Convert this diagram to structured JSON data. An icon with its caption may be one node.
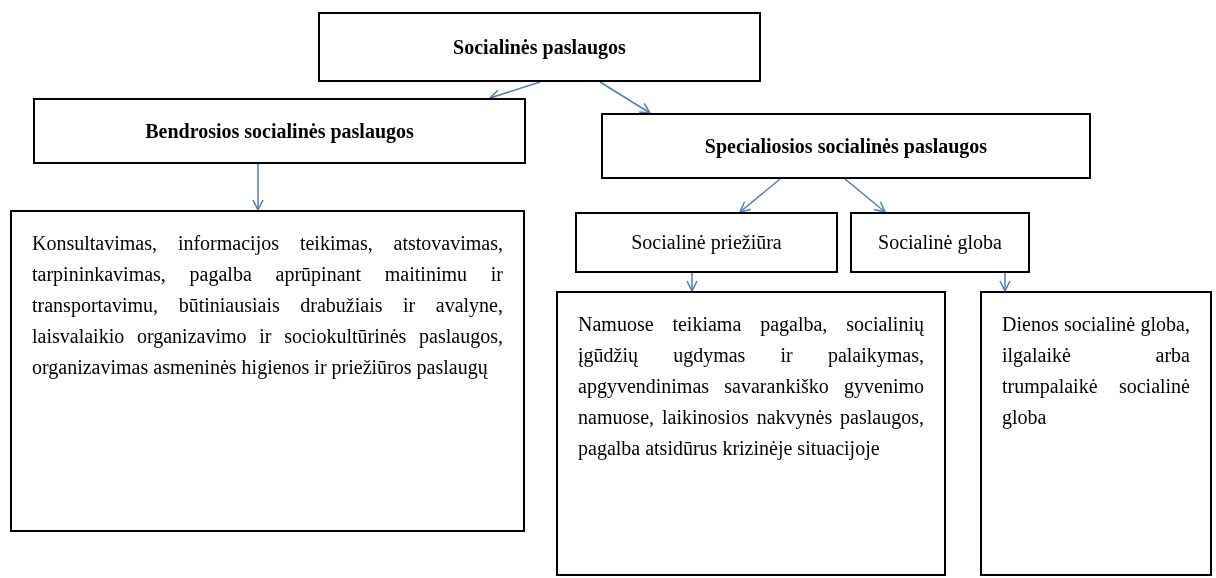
{
  "diagram": {
    "nodes": [
      {
        "text": [
          "Socialinės paslaugos"
        ]
      },
      {
        "text": [
          "Bendrosios socialinės paslaugos"
        ]
      },
      {
        "text": [
          "Specialiosios socialinės paslaugos"
        ]
      },
      {
        "text": [
          "Konsultavimas, informacijos teikimas, atstovavimas, tarpininkavimas, pagalba aprūpinant maitinimu ir transportavimu, būtiniausiais drabužiais ir avalyne, laisvalaikio organizavimo ir sociokultūrinės paslaugos, organizavimas asmeninės higienos ir priežiūros paslaugų"
        ]
      },
      {
        "text": [
          "Socialinė priežiūra"
        ]
      },
      {
        "text": [
          "Socialinė globa"
        ]
      },
      {
        "text": [
          "Namuose teikiama pagalba, socialinių įgūdžių ugdymas ir palaikymas, apgyvendinimas savarankiško gyvenimo namuose, laikinosios nakvynės paslaugos, pagalba atsidūrus krizinėje situacijoje"
        ]
      },
      {
        "text": [
          "Dienos socialinė globa, ilgalaikė arba trumpalaikė socialinė globa"
        ]
      }
    ],
    "edges": [
      {
        "from": 0,
        "to": 1,
        "arrow": "to"
      },
      {
        "from": 0,
        "to": 2,
        "arrow": "to"
      },
      {
        "from": 1,
        "to": 3,
        "arrow": "to"
      },
      {
        "from": 2,
        "to": 4,
        "arrow": "to"
      },
      {
        "from": 2,
        "to": 5,
        "arrow": "to"
      },
      {
        "from": 4,
        "to": 6,
        "arrow": "to"
      },
      {
        "from": 5,
        "to": 7,
        "arrow": "to"
      }
    ]
  }
}
